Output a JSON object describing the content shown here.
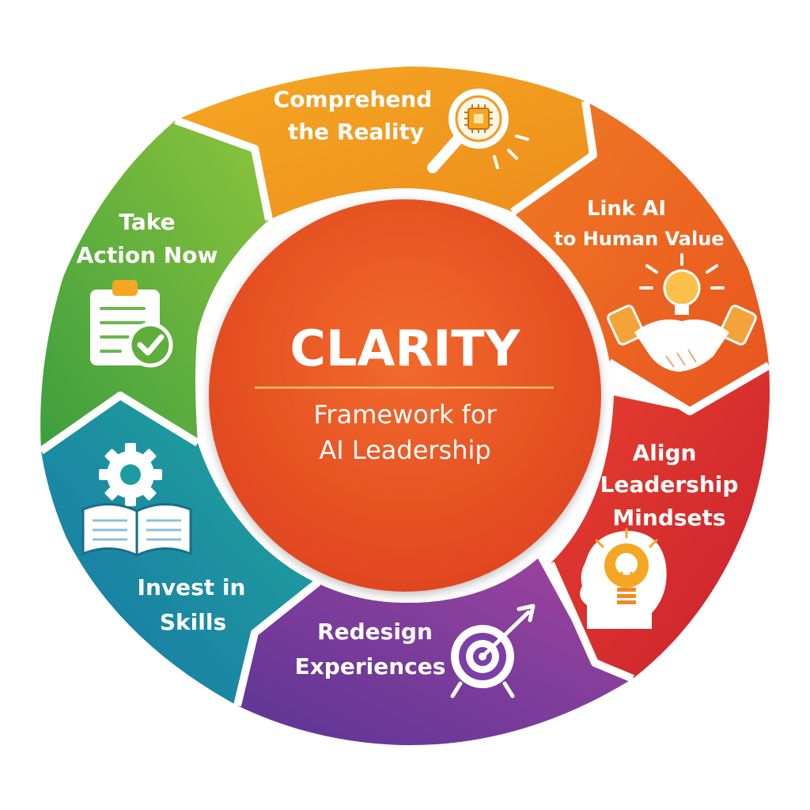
{
  "center": {
    "title": "CLARITY",
    "subtitle_line1": "Framework for",
    "subtitle_line2": "AI Leadership"
  },
  "segments": [
    {
      "id": "comprehend",
      "line1": "Comprehend",
      "line2": "the Reality",
      "icon": "magnifier-chip-icon",
      "color": "#F29A1F"
    },
    {
      "id": "link",
      "line1": "Link AI",
      "line2": "to Human Value",
      "icon": "handshake-lightbulb-icon",
      "color": "#EE6424"
    },
    {
      "id": "align",
      "line1": "Align",
      "line2": "Leadership",
      "line3": "Mindsets",
      "icon": "head-lightbulb-icon",
      "color": "#E0302E"
    },
    {
      "id": "redesign",
      "line1": "Redesign",
      "line2": "Experiences",
      "icon": "target-arrow-icon",
      "color": "#7B3FA8"
    },
    {
      "id": "invest",
      "line1": "Invest in",
      "line2": "Skills",
      "icon": "gear-book-icon",
      "color": "#1A9CA0"
    },
    {
      "id": "take",
      "line1": "Take",
      "line2": "Action Now",
      "icon": "checklist-icon",
      "color": "#5DAE3A"
    }
  ]
}
